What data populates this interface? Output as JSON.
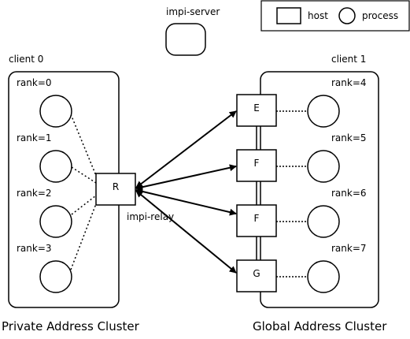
{
  "legend": {
    "host_label": "host",
    "process_label": "process"
  },
  "server": {
    "label": "impi-server"
  },
  "relay": {
    "label": "impi-relay"
  },
  "clusters": {
    "private": {
      "client_label": "client 0",
      "caption": "Private Address Cluster",
      "host": "R",
      "ranks": [
        "rank=0",
        "rank=1",
        "rank=2",
        "rank=3"
      ]
    },
    "global": {
      "client_label": "client 1",
      "caption": "Global Address Cluster",
      "hosts": [
        "E",
        "F",
        "F",
        "G"
      ],
      "ranks": [
        "rank=4",
        "rank=5",
        "rank=6",
        "rank=7"
      ]
    }
  },
  "colors": {
    "stroke": "#000000",
    "background": "#ffffff"
  }
}
